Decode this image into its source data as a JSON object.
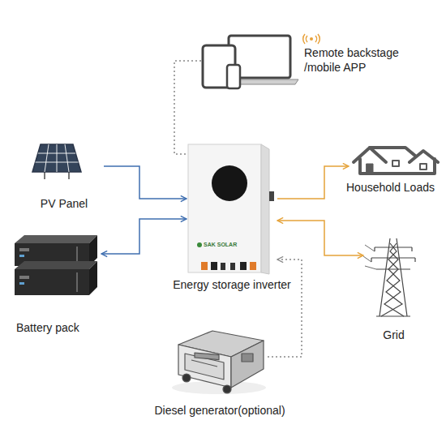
{
  "diagram": {
    "nodes": [
      {
        "text": [
          "Remote backstage /mobile APP"
        ]
      },
      {
        "text": [
          "PV Panel"
        ]
      },
      {
        "text": [
          "Energy storage inverter"
        ]
      },
      {
        "text": [
          "Household Loads"
        ]
      },
      {
        "text": [
          "Battery pack"
        ]
      },
      {
        "text": [
          "Grid"
        ]
      },
      {
        "text": [
          "Diesel generator(optional)"
        ]
      }
    ],
    "edges": [
      {
        "from": 1,
        "to": 2,
        "arrow": "to"
      },
      {
        "from": 4,
        "to": 2,
        "arrow": "both"
      },
      {
        "from": 2,
        "to": 3,
        "arrow": "to"
      },
      {
        "from": 2,
        "to": 5,
        "arrow": "both"
      },
      {
        "from": 6,
        "to": 2,
        "arrow": "to"
      },
      {
        "from": 0,
        "to": 2,
        "arrow": "none"
      }
    ],
    "labels": [
      "SAK SOLAR"
    ]
  }
}
